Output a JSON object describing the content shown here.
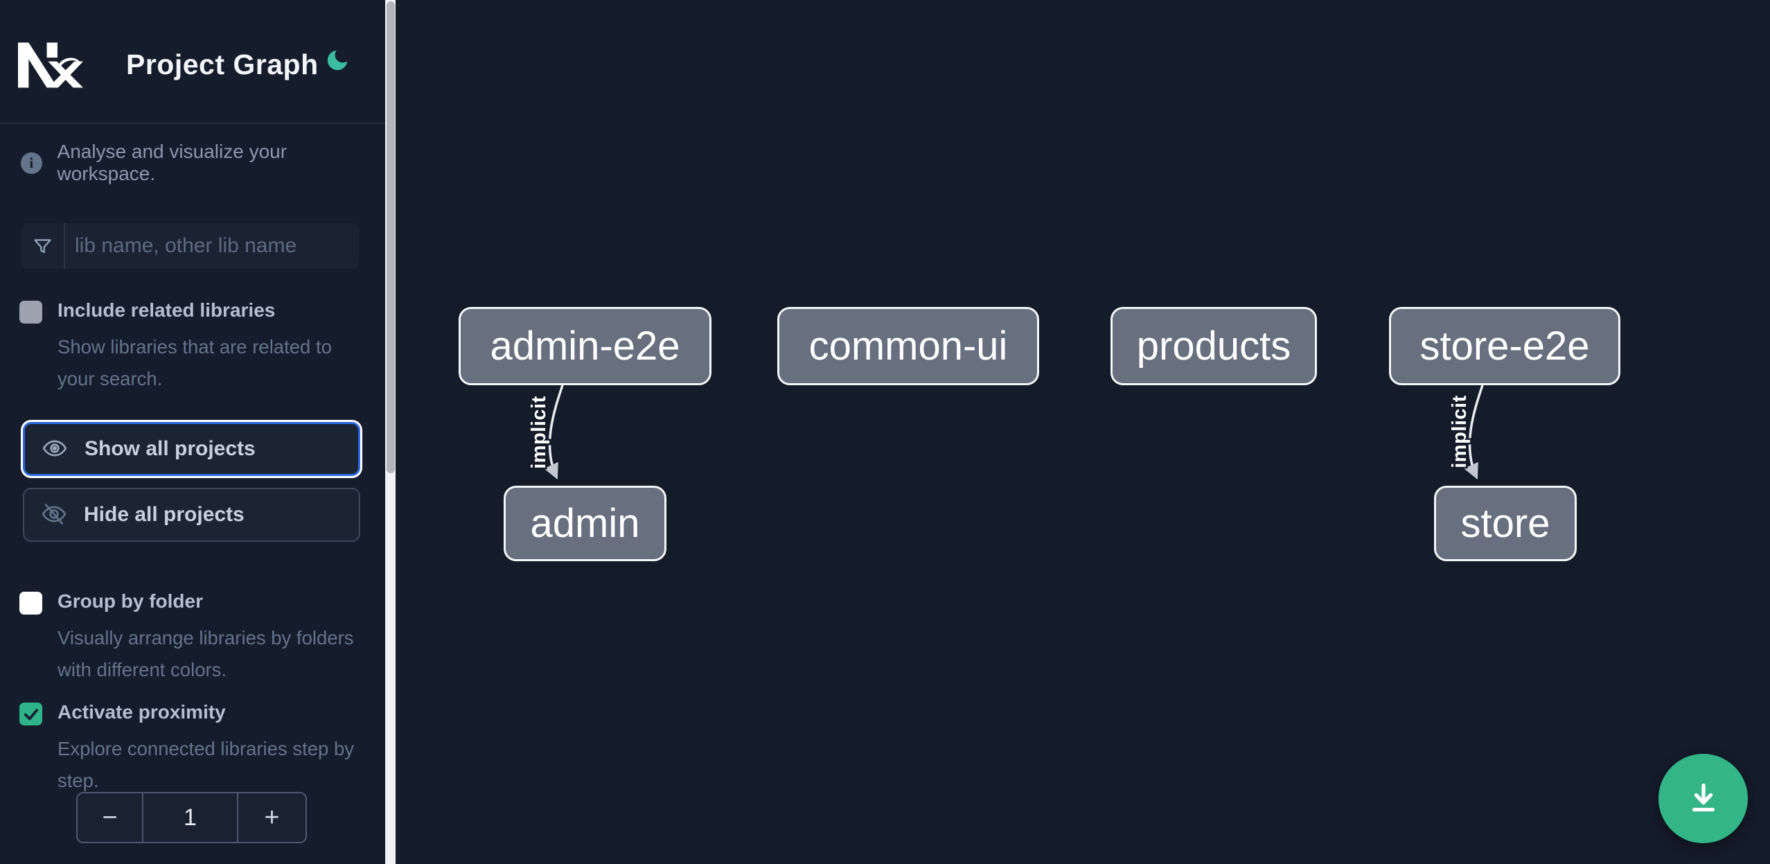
{
  "header": {
    "logo": "Nx",
    "title": "Project Graph",
    "theme_toggle": "dark-mode-moon"
  },
  "intro": {
    "text": "Analyse and visualize your workspace."
  },
  "search": {
    "placeholder": "lib name, other lib name"
  },
  "options": {
    "include_related": {
      "label": "Include related libraries",
      "description": "Show libraries that are related to your search.",
      "checked": false,
      "disabled": true
    },
    "group_by_folder": {
      "label": "Group by folder",
      "description": "Visually arrange libraries by folders with different colors.",
      "checked": false
    },
    "activate_proximity": {
      "label": "Activate proximity",
      "description": "Explore connected libraries step by step.",
      "checked": true
    }
  },
  "actions": {
    "show_all": "Show all projects",
    "hide_all": "Hide all projects"
  },
  "proximity_stepper": {
    "decrease": "−",
    "value": "1",
    "increase": "+"
  },
  "graph": {
    "nodes": [
      {
        "id": "admin-e2e",
        "label": "admin-e2e"
      },
      {
        "id": "common-ui",
        "label": "common-ui"
      },
      {
        "id": "products",
        "label": "products"
      },
      {
        "id": "store-e2e",
        "label": "store-e2e"
      },
      {
        "id": "admin",
        "label": "admin"
      },
      {
        "id": "store",
        "label": "store"
      }
    ],
    "edges": [
      {
        "source": "admin-e2e",
        "target": "admin",
        "label": "implicit",
        "type": "implicit"
      },
      {
        "source": "store-e2e",
        "target": "store",
        "label": "implicit",
        "type": "implicit"
      }
    ]
  },
  "fab": {
    "icon": "download"
  },
  "colors": {
    "background": "#141b29",
    "accent_green": "#33b588",
    "moon_green": "#3bbc9e",
    "focus_blue": "#2e6ae0",
    "node_fill": "#68707f",
    "checkbox_checked": "#2eb488"
  }
}
